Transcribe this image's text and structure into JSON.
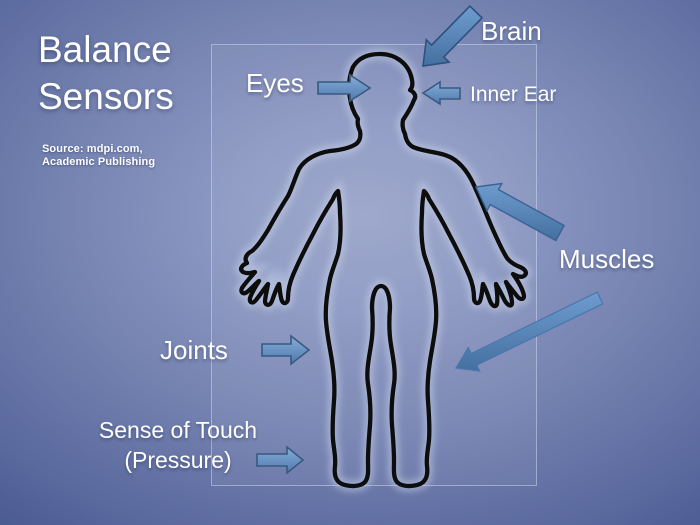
{
  "slide": {
    "title": "Balance Sensors",
    "source": {
      "line1": "Source: mdpi.com,",
      "line2": "Academic Publishing"
    },
    "labels": {
      "brain": "Brain",
      "eyes": "Eyes",
      "inner_ear": "Inner Ear",
      "muscles": "Muscles",
      "joints": "Joints",
      "touch_line1": "Sense of Touch",
      "touch_line2": "(Pressure)"
    },
    "arrows": [
      {
        "name": "brain-arrow",
        "direction": "down-left",
        "points_at": "top of head"
      },
      {
        "name": "eyes-arrow",
        "direction": "right",
        "points_at": "face"
      },
      {
        "name": "inner-ear-arrow",
        "direction": "left",
        "points_at": "ear/neck"
      },
      {
        "name": "muscles-arrow-upper",
        "direction": "up-left",
        "points_at": "right arm"
      },
      {
        "name": "muscles-arrow-lower",
        "direction": "down-left",
        "points_at": "right leg"
      },
      {
        "name": "joints-arrow",
        "direction": "right",
        "points_at": "left knee"
      },
      {
        "name": "touch-arrow",
        "direction": "right",
        "points_at": "left foot"
      }
    ],
    "colors": {
      "background_center": "#9aa5cb",
      "background_edge": "#1a2a5c",
      "arrow_fill_top": "#86add9",
      "arrow_fill_bottom": "#4e7aad",
      "arrow_border": "#39597f",
      "body_outline": "#0d0d0d",
      "text": "#ffffff"
    }
  }
}
